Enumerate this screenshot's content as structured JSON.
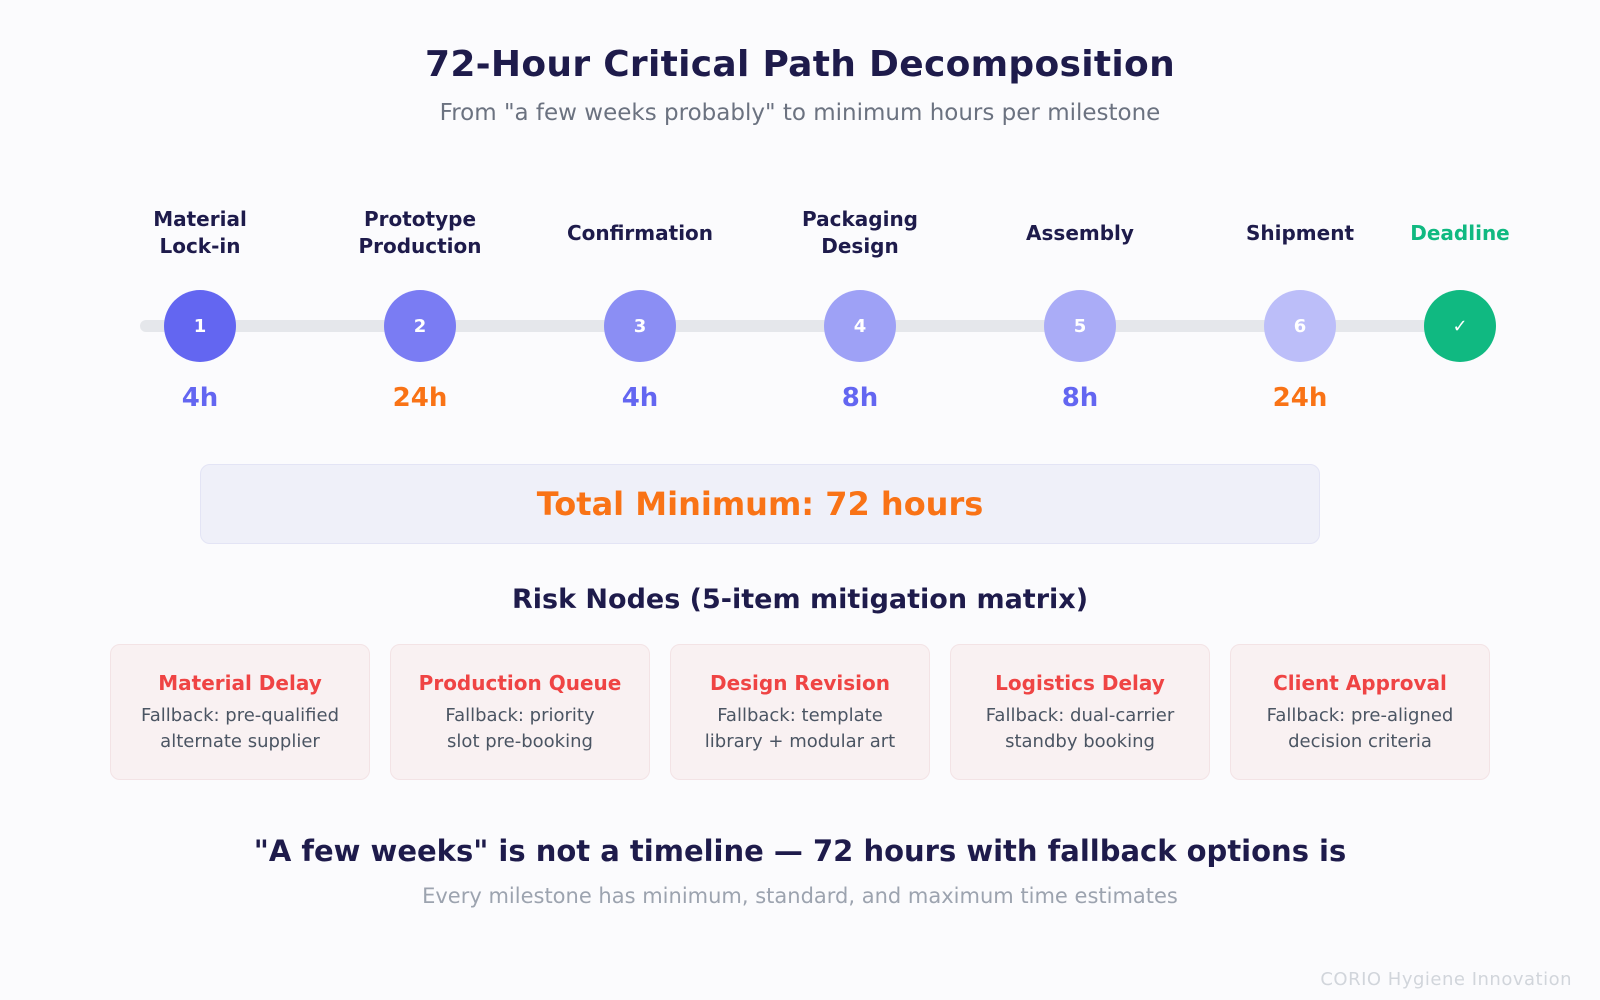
{
  "header": {
    "title": "72-Hour Critical Path Decomposition",
    "subtitle": "From \"a few weeks probably\" to minimum hours per milestone"
  },
  "milestones": [
    {
      "label": "Material\nLock-in",
      "node": "1",
      "hours": "4h",
      "hours_color": "#6366f1",
      "node_color": "#6366f1"
    },
    {
      "label": "Prototype\nProduction",
      "node": "2",
      "hours": "24h",
      "hours_color": "#f97316",
      "node_color": "#7a7cf3"
    },
    {
      "label": "Confirmation",
      "node": "3",
      "hours": "4h",
      "hours_color": "#6366f1",
      "node_color": "#8b8ef4"
    },
    {
      "label": "Packaging\nDesign",
      "node": "4",
      "hours": "8h",
      "hours_color": "#6366f1",
      "node_color": "#9ea1f6"
    },
    {
      "label": "Assembly",
      "node": "5",
      "hours": "8h",
      "hours_color": "#6366f1",
      "node_color": "#aaacf7"
    },
    {
      "label": "Shipment",
      "node": "6",
      "hours": "24h",
      "hours_color": "#f97316",
      "node_color": "#bcbef9"
    },
    {
      "label": "Deadline",
      "node": "✓",
      "hours": "",
      "hours_color": "#10b981",
      "node_color": "#10b981"
    }
  ],
  "total": {
    "label": "Total Minimum: 72 hours"
  },
  "risks": {
    "title": "Risk Nodes (5-item mitigation matrix)",
    "items": [
      {
        "name": "Material Delay",
        "fallback": "Fallback: pre-qualified\nalternate supplier"
      },
      {
        "name": "Production Queue",
        "fallback": "Fallback: priority\nslot pre-booking"
      },
      {
        "name": "Design Revision",
        "fallback": "Fallback: template\nlibrary + modular art"
      },
      {
        "name": "Logistics Delay",
        "fallback": "Fallback: dual-carrier\nstandby booking"
      },
      {
        "name": "Client Approval",
        "fallback": "Fallback: pre-aligned\ndecision criteria"
      }
    ]
  },
  "conclusion": {
    "headline": "\"A few weeks\" is not a timeline — 72 hours with fallback options is",
    "subline": "Every milestone has minimum, standard, and maximum time estimates"
  },
  "footer": {
    "brand": "CORIO Hygiene Innovation"
  }
}
